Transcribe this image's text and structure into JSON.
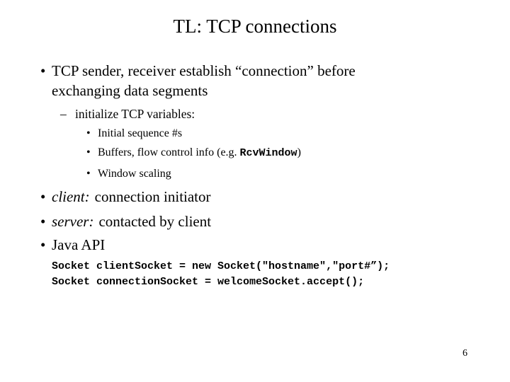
{
  "slide": {
    "title": "TL: TCP connections",
    "page_number": "6"
  },
  "glyphs": {
    "bullet": "•",
    "dash": "–"
  },
  "content": {
    "bullet1_line1": "TCP sender, receiver establish “connection” before",
    "bullet1_line2": "exchanging data segments",
    "init_vars": "initialize TCP variables:",
    "initial_sequence": "Initial sequence #s",
    "buffers_pre": "Buffers, flow control info (e.g. ",
    "buffers_code": "RcvWindow",
    "buffers_post": ")",
    "window_scaling": "Window scaling",
    "client_term": "client:",
    "client_desc": "connection initiator",
    "server_term": "server:",
    "server_desc": "contacted by client",
    "java_api": "Java API",
    "code_line1": "Socket clientSocket = new Socket(\"hostname\",\"port#”);",
    "code_line2": "Socket connectionSocket = welcomeSocket.accept();"
  }
}
